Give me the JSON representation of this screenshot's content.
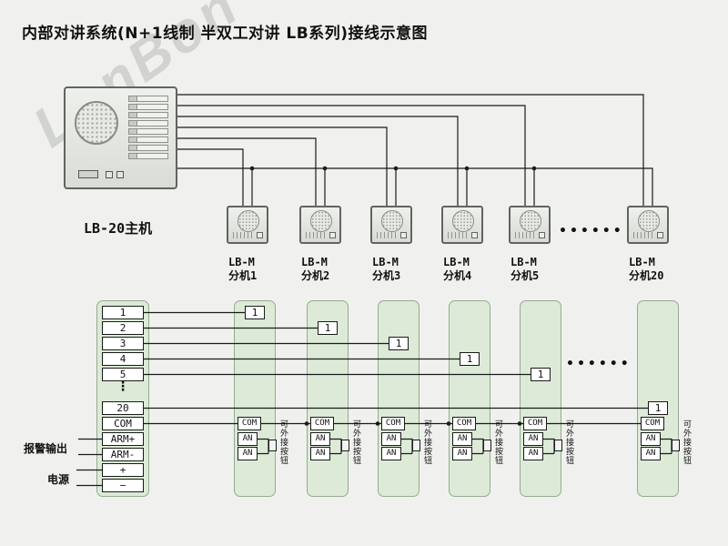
{
  "title": "内部对讲系统(N+1线制 半双工对讲 LB系列)接线示意图",
  "watermark": "LonBon",
  "master": {
    "label": "LB-20主机"
  },
  "slaves": [
    {
      "model": "LB-M",
      "name": "分机1"
    },
    {
      "model": "LB-M",
      "name": "分机2"
    },
    {
      "model": "LB-M",
      "name": "分机3"
    },
    {
      "model": "LB-M",
      "name": "分机4"
    },
    {
      "model": "LB-M",
      "name": "分机5"
    },
    {
      "model": "LB-M",
      "name": "分机20"
    }
  ],
  "ellipsis": "••••••",
  "terminals": {
    "t1": "1",
    "t2": "2",
    "t3": "3",
    "t4": "4",
    "t5": "5",
    "dots": "⋮",
    "t20": "20",
    "com": "COM",
    "arm_plus": "ARM+",
    "arm_minus": "ARM-",
    "plus": "+",
    "minus": "−"
  },
  "columns": {
    "line": "1",
    "com": "COM",
    "an": "AN",
    "note": "可外接按钮"
  },
  "side": {
    "alarm": "报警输出",
    "power": "电源"
  },
  "colors": {
    "background": "#f0f1ee",
    "panel_green": "#dcead7",
    "wire": "#1a1a1a",
    "device_gray": "#d9ddd6"
  }
}
